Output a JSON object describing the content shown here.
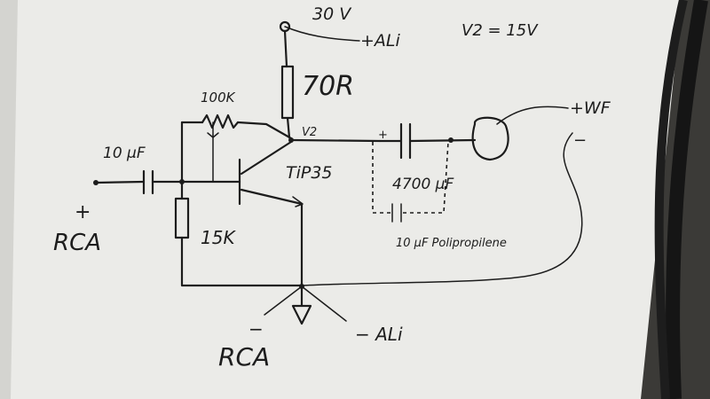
{
  "labels": {
    "supply_voltage": "30 V",
    "supply_plus": "+ALi",
    "v2_value": "V2 = 15V",
    "r_collector": "70R",
    "r_bias": "100K",
    "c_input": "10 µF",
    "node_v2": "V2",
    "transistor": "TiP35",
    "c_out_plus": "+",
    "c_output": "4700 µF",
    "c_film": "10 µF Polipropilene",
    "r_base": "15K",
    "rca_plus_sign": "+",
    "rca_plus": "RCA",
    "rca_minus_sign": "−",
    "rca_minus": "RCA",
    "supply_minus": "− ALi",
    "speaker_plus": "+WF",
    "speaker_minus": "−"
  },
  "colors": {
    "paper": "#ecedea",
    "ink": "#1c1c1c",
    "background": "#3d3d3a",
    "cable": "#1a1a1a"
  }
}
